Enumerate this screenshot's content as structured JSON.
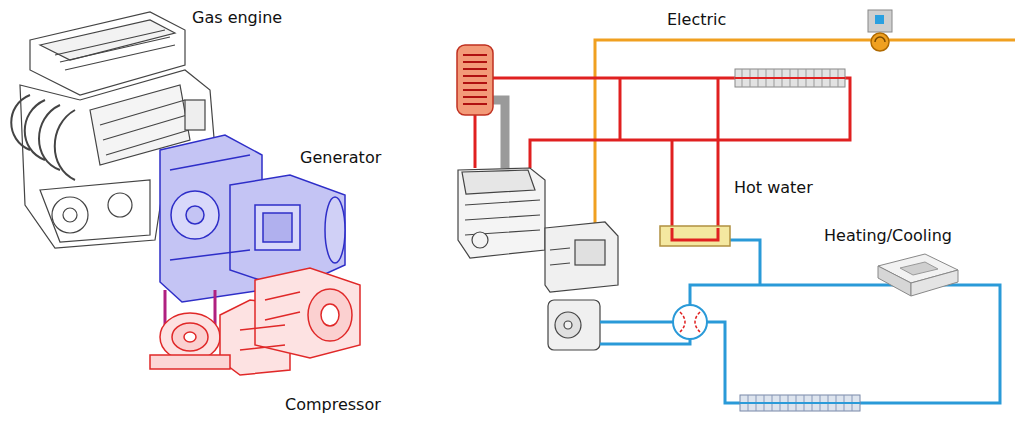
{
  "diagram": {
    "labels": [
      "Gas engine",
      "Generator",
      "Compressor",
      "Electric",
      "Hot water",
      "Heating/Cooling"
    ]
  }
}
